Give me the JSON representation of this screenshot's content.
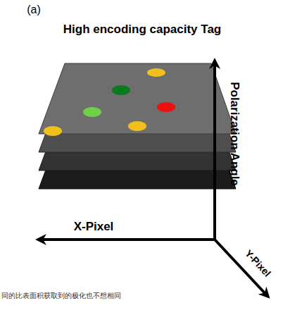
{
  "diagram": {
    "title": "High encoding capacity Tag",
    "labels": [
      "(a)",
      "Polarization Angle",
      "X-Pixel",
      "Y-Pixel",
      "同的比表面积获取到的极化也不想相同"
    ]
  }
}
